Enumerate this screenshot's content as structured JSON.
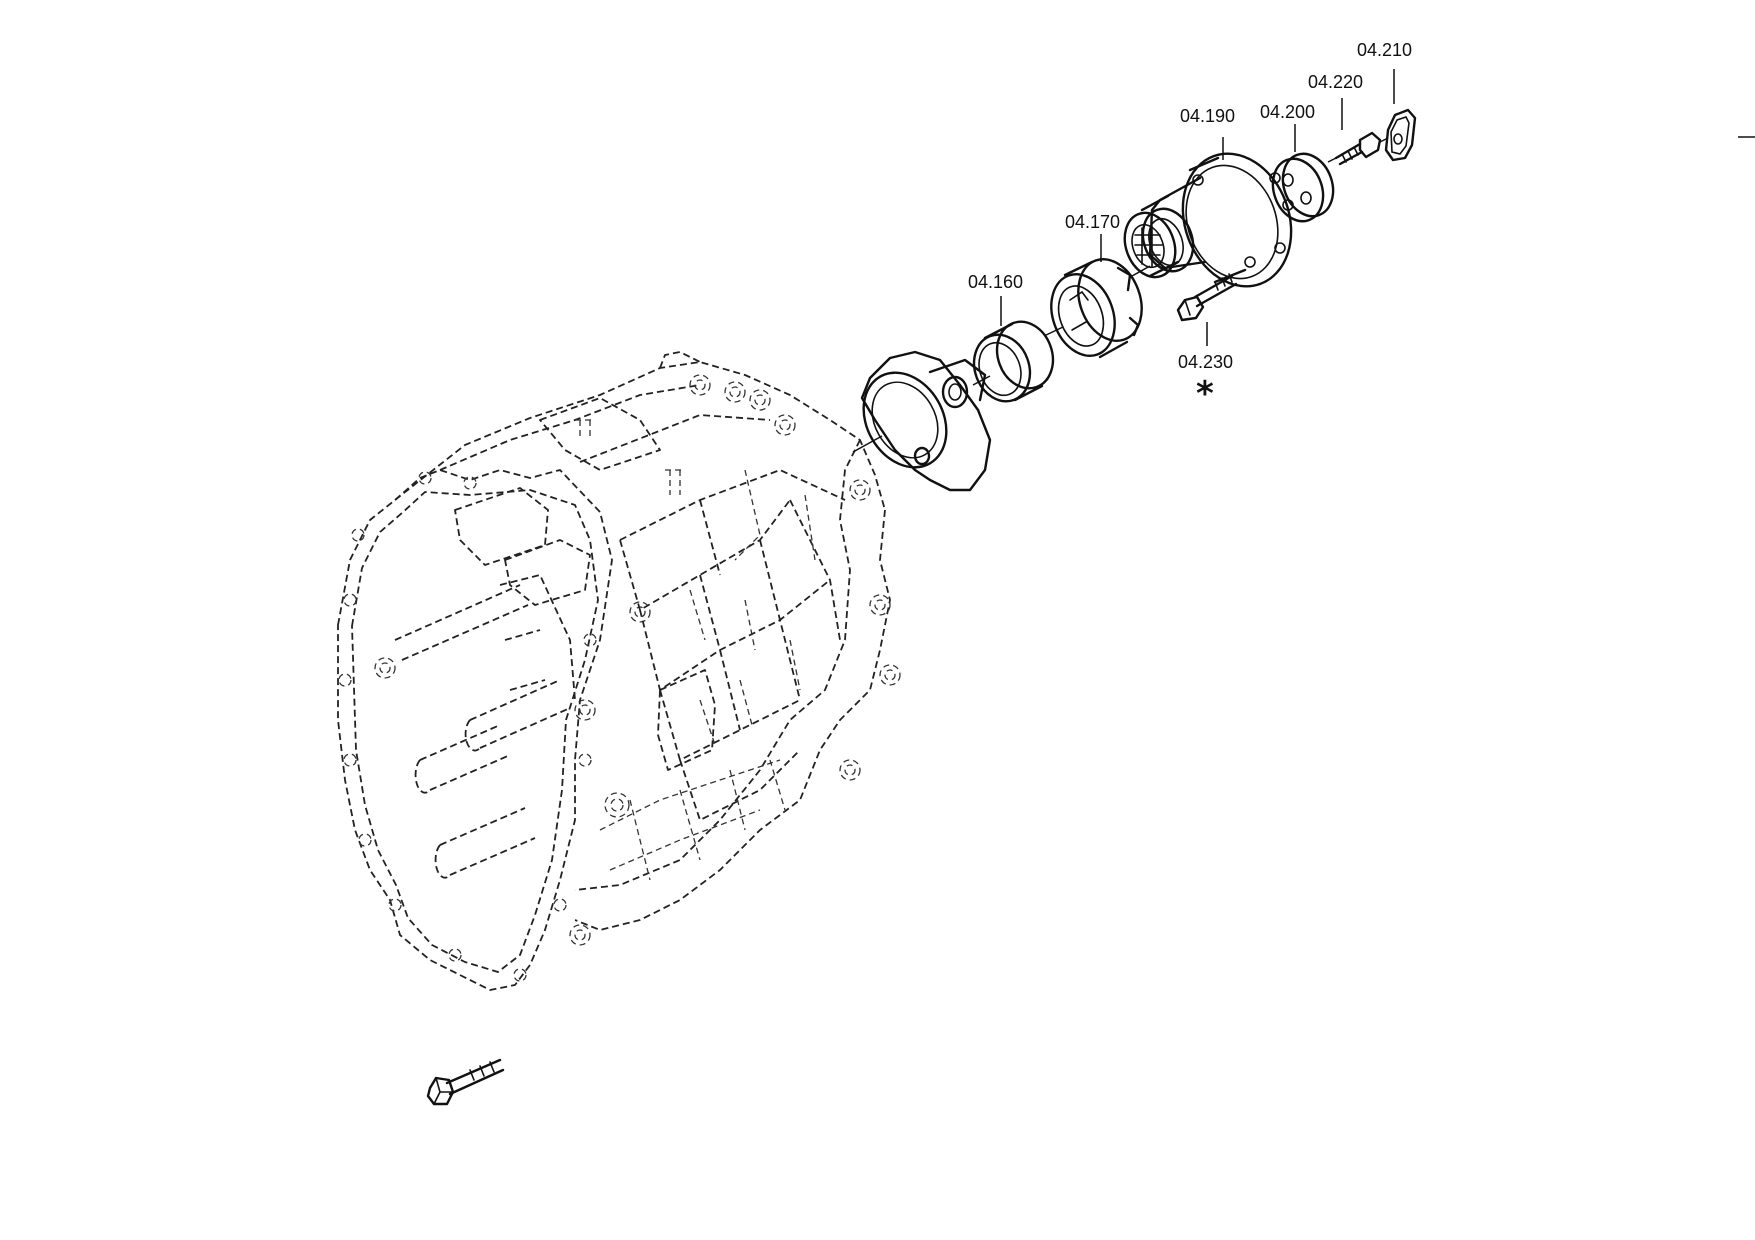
{
  "callouts": {
    "c04160": "04.160",
    "c04170": "04.170",
    "c04190": "04.190",
    "c04200": "04.200",
    "c04210": "04.210",
    "c04220": "04.220",
    "c04230": "04.230"
  },
  "marks": {
    "asterisk": "*"
  }
}
